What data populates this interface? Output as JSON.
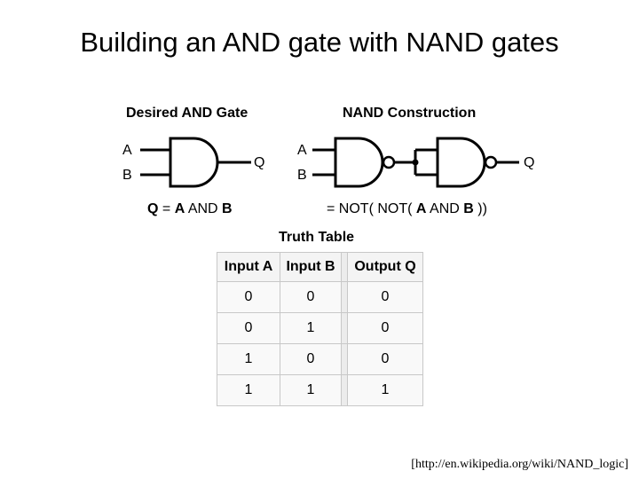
{
  "title": "Building an AND gate with NAND gates",
  "desired": {
    "heading": "Desired AND Gate",
    "input_a": "A",
    "input_b": "B",
    "output": "Q",
    "equation": {
      "lhs": "Q",
      "eq": " = ",
      "a": "A",
      "op": " AND ",
      "b": "B"
    }
  },
  "construction": {
    "heading": "NAND Construction",
    "input_a": "A",
    "input_b": "B",
    "output": "Q",
    "equation": {
      "prefix": "= NOT( NOT( ",
      "a": "A",
      "op": " AND ",
      "b": "B",
      "suffix": " ))"
    }
  },
  "truth_table": {
    "heading": "Truth Table",
    "columns": [
      "Input A",
      "Input B",
      "Output Q"
    ],
    "rows": [
      [
        "0",
        "0",
        "0"
      ],
      [
        "0",
        "1",
        "0"
      ],
      [
        "1",
        "0",
        "0"
      ],
      [
        "1",
        "1",
        "1"
      ]
    ]
  },
  "citation": "[http://en.wikipedia.org/wiki/NAND_logic]"
}
